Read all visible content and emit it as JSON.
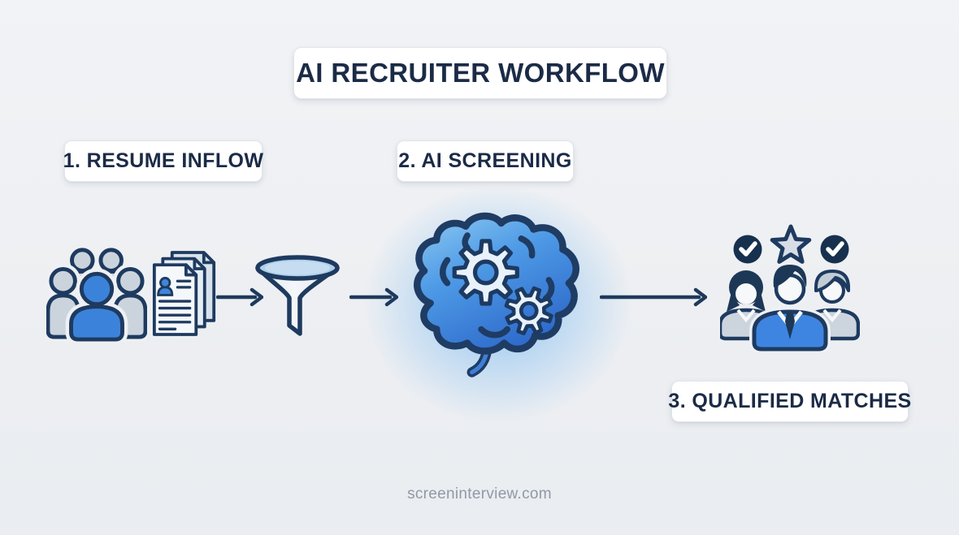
{
  "title": {
    "text": "AI RECRUITER WORKFLOW"
  },
  "steps": [
    {
      "label": "1. RESUME INFLOW"
    },
    {
      "label": "2. AI SCREENING"
    },
    {
      "label": "3. QUALIFIED MATCHES"
    }
  ],
  "flow_stages": [
    "candidates-and-resumes",
    "filter-funnel",
    "ai-brain-processing",
    "qualified-matches"
  ],
  "watermark": {
    "text": "screeninterview.com"
  },
  "icons": {
    "candidates": "people-group-icon",
    "resumes": "resume-stack-icon",
    "filter": "funnel-icon",
    "ai": "brain-gears-icon",
    "matches": "people-check-icon",
    "flow": "arrow-right-icon",
    "approved": "check-circle-icon",
    "rating": "star-icon"
  },
  "colors": {
    "accent_blue": "#3b83da",
    "navy_outline": "#1e3a5f",
    "navy_fill": "#17304e",
    "gray_fill": "#ccd5de",
    "background": "#edeff2",
    "glow_blue": "#7cb9f0",
    "card_bg": "#ffffff",
    "text": "#1b2b47",
    "watermark_text": "#9099a6"
  }
}
